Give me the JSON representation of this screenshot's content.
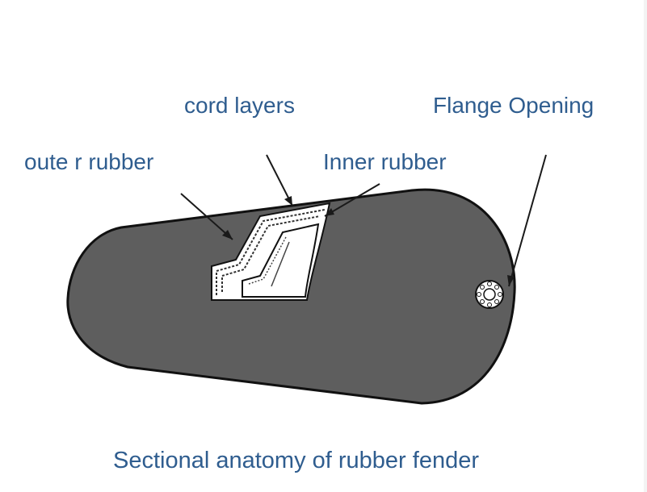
{
  "diagram": {
    "labels": {
      "cord_layers": "cord layers",
      "flange_opening": "Flange Opening",
      "outer_rubber": "oute r rubber",
      "inner_rubber": "Inner rubber"
    },
    "caption": "Sectional anatomy of rubber fender",
    "colors": {
      "label_text": "#2f5d8f",
      "fender_body": "#5e5e5e",
      "outline": "#111111",
      "cutaway": "#ffffff",
      "leader_line": "#1a1a1a"
    }
  }
}
